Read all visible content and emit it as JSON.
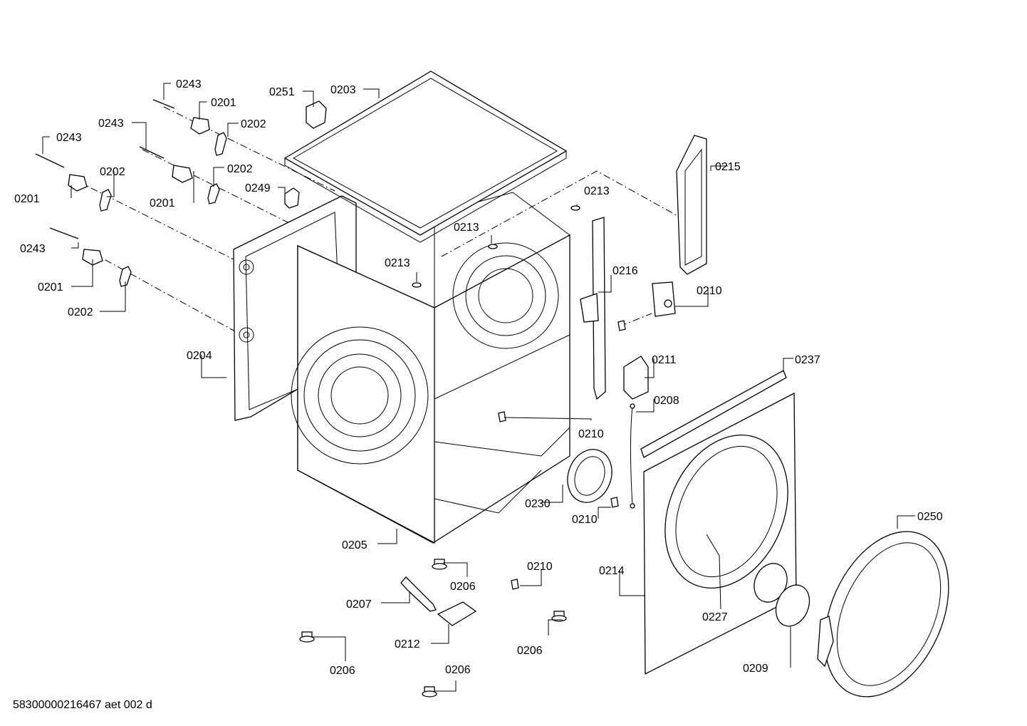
{
  "diagram": {
    "part_labels": [
      "0243",
      "0201",
      "0202",
      "0243",
      "0201",
      "0202",
      "0243",
      "0202",
      "0201",
      "0243",
      "0201",
      "0202",
      "0251",
      "0203",
      "0249",
      "0215",
      "0213",
      "0213",
      "0213",
      "0216",
      "0210",
      "0204",
      "0211",
      "0237",
      "0208",
      "0210",
      "0230",
      "0210",
      "0205",
      "0250",
      "0206",
      "0210",
      "0214",
      "0207",
      "0227",
      "0212",
      "0206",
      "0206",
      "0209",
      "0206"
    ],
    "footer": "58300000216467 aet 002 d"
  }
}
